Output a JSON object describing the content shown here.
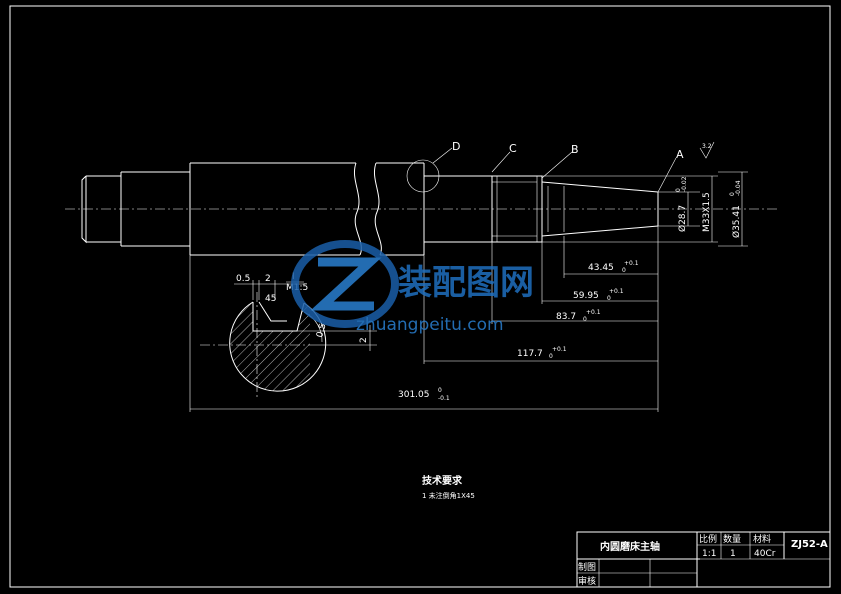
{
  "labels": {
    "a": "A",
    "b": "B",
    "c": "C",
    "d": "D"
  },
  "dims": {
    "d1_val": "43.45",
    "d1_tol_up": "+0.1",
    "d1_tol_lo": "0",
    "d2_val": "59.95",
    "d2_tol_up": "+0.1",
    "d2_tol_lo": "0",
    "d3_val": "83.7",
    "d3_tol_up": "+0.1",
    "d3_tol_lo": "0",
    "d4_val": "117.7",
    "d4_tol_up": "+0.1",
    "d4_tol_lo": "0",
    "d5_val": "301.05",
    "d5_tol_up": "0",
    "d5_tol_lo": "-0.1",
    "dia1": "Ø28.7",
    "dia1_tol_up": "0",
    "dia1_tol_lo": "-0.02",
    "thread": "M33X1.5",
    "dia2": "Ø35.41",
    "dia2_tol_up": "0",
    "dia2_tol_lo": "-0.04",
    "sec_05": "0.5",
    "sec_2": "2",
    "sec_roman": "I",
    "sec_scale": "M1:5",
    "sec_45": "45",
    "sec_05b": "0.5",
    "sec_2b": "2",
    "roughness": "3.2"
  },
  "notes": {
    "title": "技术要求",
    "item1": "1 未注倒角1X45"
  },
  "titleblock": {
    "part_name": "内圆磨床主轴",
    "h_scale": "比例",
    "h_qty": "数量",
    "h_material": "材料",
    "v_scale": "1:1",
    "v_qty": "1",
    "v_material": "40Cr",
    "drawing_no": "ZJ52-A",
    "drawn": "制图",
    "checked": "审核"
  },
  "watermark": {
    "cn": "装配图网",
    "url": "zhuangpeitu.com"
  }
}
